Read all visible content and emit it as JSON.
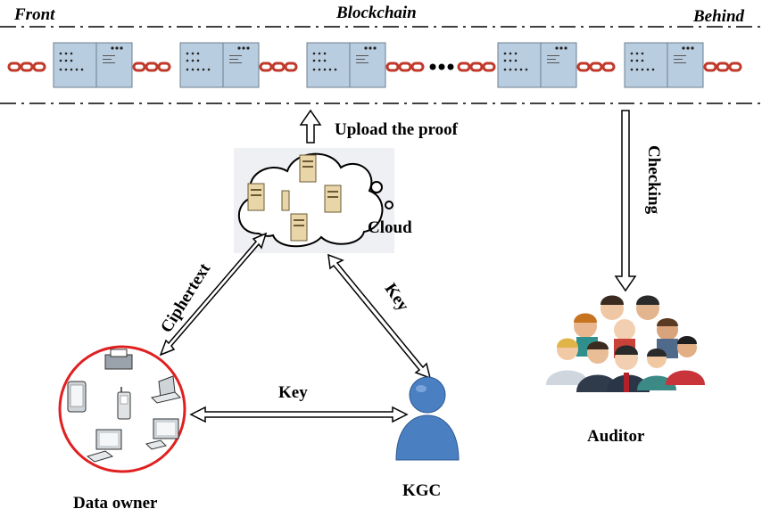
{
  "labels": {
    "front": "Front",
    "blockchain": "Blockchain",
    "behind": "Behind",
    "upload": "Upload the proof",
    "cloud": "Cloud",
    "checking": "Checking",
    "ciphertext": "Ciphertext",
    "key_kgc_cloud": "Key",
    "key_owner_kgc": "Key",
    "auditor": "Auditor",
    "kgc": "KGC",
    "data_owner": "Data owner"
  },
  "colors": {
    "chain": "#c0392b",
    "block_fill": "#b9cde0",
    "block_stroke": "#6d7f91",
    "owner_circle": "#e02020",
    "kgc_body": "#4a7fc1",
    "arrow": "#000000"
  },
  "icons": {
    "cloud": "server-cloud-icon",
    "kgc": "person-icon",
    "auditor": "people-group-icon",
    "data_owner": "devices-icon"
  }
}
